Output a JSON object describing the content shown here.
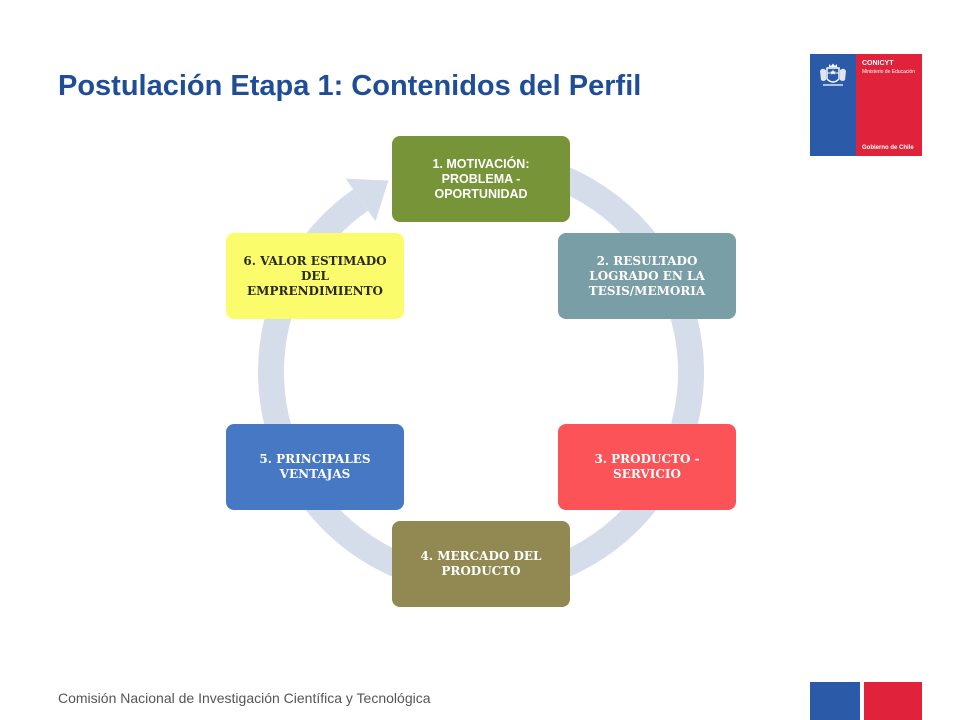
{
  "slide": {
    "title": "Postulación Etapa 1:  Contenidos del Perfil",
    "footer": "Comisión Nacional de Investigación Científica y Tecnológica"
  },
  "logo": {
    "name": "CONICYT",
    "ministry": "Ministerio de Educación",
    "government": "Gobierno de Chile",
    "icon": "chile-coat-of-arms-icon",
    "colors": {
      "blue": "#2a5aa8",
      "red": "#e0223a"
    }
  },
  "cycle": {
    "arrow_color": "#d5dcea",
    "nodes": [
      {
        "label": "1. MOTIVACIÓN: PROBLEMA - OPORTUNIDAD",
        "color": "#779438"
      },
      {
        "label": "2. RESULTADO LOGRADO EN LA TESIS/MEMORIA",
        "color": "#7a9ea6"
      },
      {
        "label": "3. PRODUCTO - SERVICIO",
        "color": "#fb5358"
      },
      {
        "label": "4. MERCADO DEL PRODUCTO",
        "color": "#928952"
      },
      {
        "label": "5. PRINCIPALES VENTAJAS",
        "color": "#4778c4"
      },
      {
        "label": "6. VALOR ESTIMADO DEL EMPRENDIMIENTO",
        "color": "#fbfc6c"
      }
    ]
  }
}
